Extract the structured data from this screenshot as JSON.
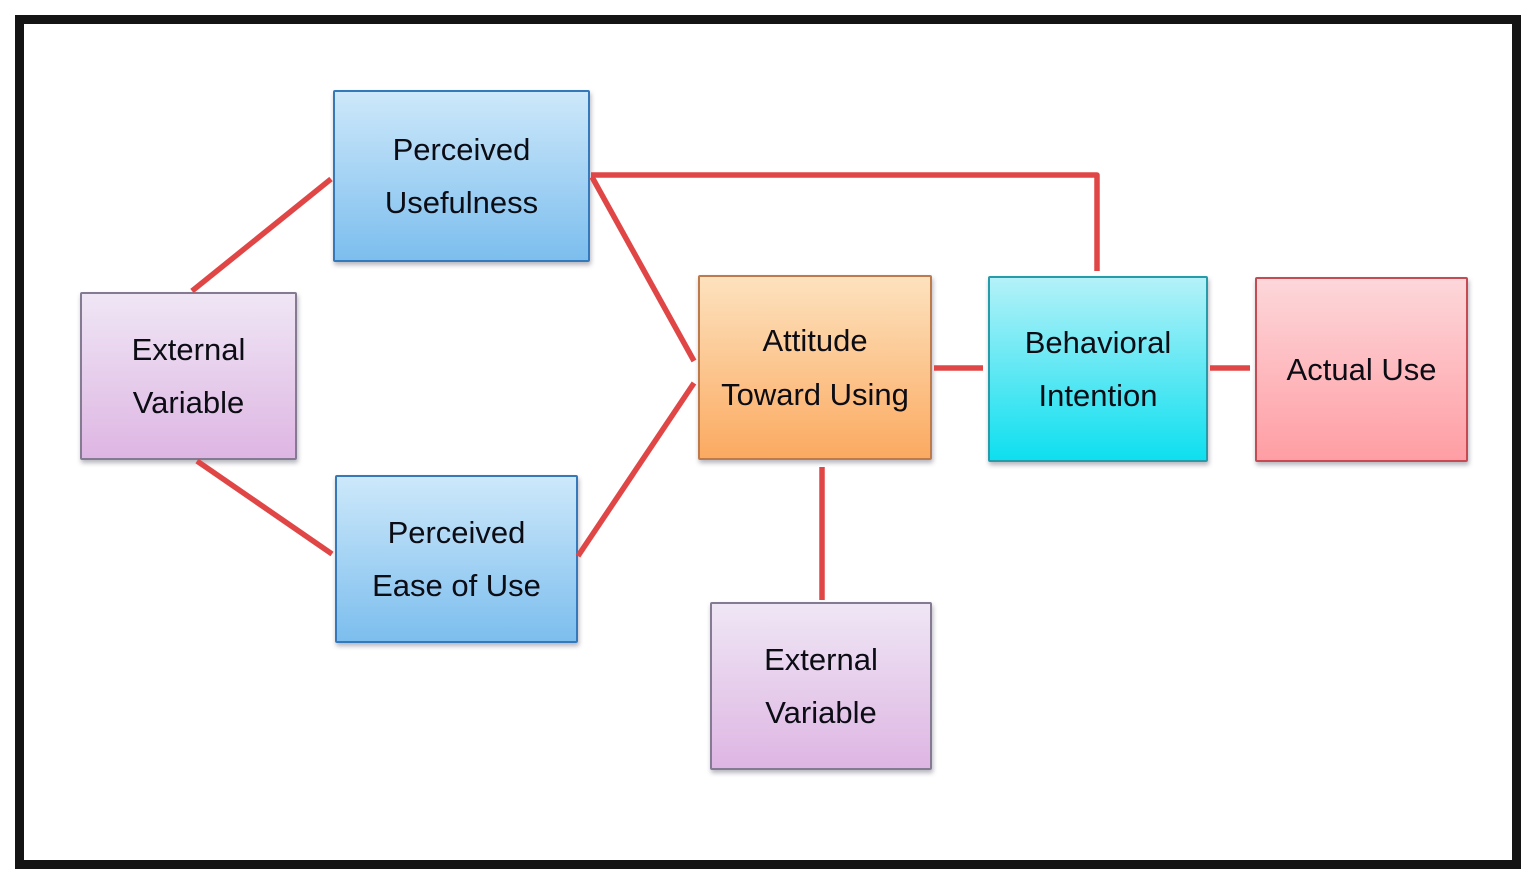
{
  "frame": {
    "border_color": "#141414",
    "background": "#ffffff"
  },
  "arrow_color": "#e04646",
  "nodes": {
    "ev_left": {
      "label": "External\nVariable",
      "fill_top": "#efe6f5",
      "fill_bottom": "#deb6e3",
      "border": "#847a92"
    },
    "pu": {
      "label": "Perceived\nUsefulness",
      "fill_top": "#cde8fa",
      "fill_bottom": "#7cbeee",
      "border": "#3679bb"
    },
    "peou": {
      "label": "Perceived\nEase of Use",
      "fill_top": "#cde8fa",
      "fill_bottom": "#7cbeee",
      "border": "#3679bb"
    },
    "attitude": {
      "label": "Attitude\nToward Using",
      "fill_top": "#fde2be",
      "fill_bottom": "#fbaa61",
      "border": "#bd7b4b"
    },
    "ev_bottom": {
      "label": "External\nVariable",
      "fill_top": "#efe6f5",
      "fill_bottom": "#deb6e3",
      "border": "#847a92"
    },
    "bi": {
      "label": "Behavioral\nIntention",
      "fill_top": "#b4f1f8",
      "fill_bottom": "#0edfef",
      "border": "#279ba8"
    },
    "actual": {
      "label": "Actual Use",
      "fill_top": "#fdd7da",
      "fill_bottom": "#fe9ea4",
      "border": "#c64a52"
    }
  },
  "edges": [
    {
      "from": "ev_left",
      "to": "pu"
    },
    {
      "from": "ev_left",
      "to": "peou"
    },
    {
      "from": "pu",
      "to": "attitude"
    },
    {
      "from": "pu",
      "to": "bi"
    },
    {
      "from": "peou",
      "to": "attitude"
    },
    {
      "from": "ev_bottom",
      "to": "attitude"
    },
    {
      "from": "attitude",
      "to": "bi"
    },
    {
      "from": "bi",
      "to": "actual"
    }
  ]
}
